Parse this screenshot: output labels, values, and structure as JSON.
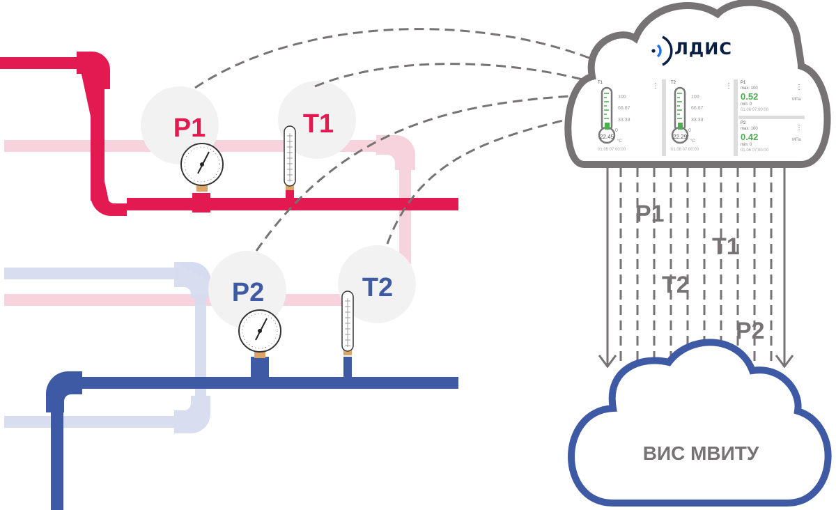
{
  "colors": {
    "supply_pipe": "#e31a52",
    "supply_pipe_faded": "#f7d3de",
    "return_pipe": "#3f5aa4",
    "return_pipe_faded": "#d6dbee",
    "bubble": "#f2f2f2",
    "link": "#777273",
    "cloud_source_stroke": "#777273",
    "cloud_target_stroke": "#3f5aa4",
    "value_green": "#4cae4f",
    "fitting": "#dba56a",
    "logo_blue": "#1e73e8",
    "logo_dark": "#0a1f44"
  },
  "sensors": [
    {
      "id": "P1",
      "label": "P1",
      "type": "pressure",
      "line": "supply"
    },
    {
      "id": "T1",
      "label": "T1",
      "type": "temperature",
      "line": "supply"
    },
    {
      "id": "P2",
      "label": "P2",
      "type": "pressure",
      "line": "return"
    },
    {
      "id": "T2",
      "label": "T2",
      "type": "temperature",
      "line": "return"
    }
  ],
  "source_cloud": {
    "logo_text": "ЛДИС",
    "logo_icon": "signal-waves-icon",
    "widgets": {
      "t1": {
        "title": "T1",
        "scale": [
          "100",
          "66.67",
          "33.33",
          "0"
        ],
        "value": "22.45",
        "unit": "°C",
        "timestamp": "01.06 07:00:00",
        "fill_fraction": 0.2245
      },
      "t2": {
        "title": "T2",
        "scale": [
          "100",
          "66.67",
          "33.33",
          "0"
        ],
        "value": "22.29",
        "unit": "°C",
        "timestamp": "01.06 07:00:00",
        "fill_fraction": 0.2229
      },
      "p1": {
        "title": "P1",
        "max_label": "max: 100",
        "value": "0.52",
        "min_label": "min: 0",
        "unit": "МПа",
        "timestamp": "01.06 07:00:00"
      },
      "p2": {
        "title": "P2",
        "max_label": "max: 100",
        "value": "0.42",
        "min_label": "min: 0",
        "unit": "МПа",
        "timestamp": "01.06 07:00:00"
      }
    },
    "menu_icon": "more-vertical-icon"
  },
  "transfer": {
    "labels": [
      "P1",
      "T1",
      "T2",
      "P2"
    ]
  },
  "target_cloud": {
    "label": "ВИС МВИТУ"
  }
}
